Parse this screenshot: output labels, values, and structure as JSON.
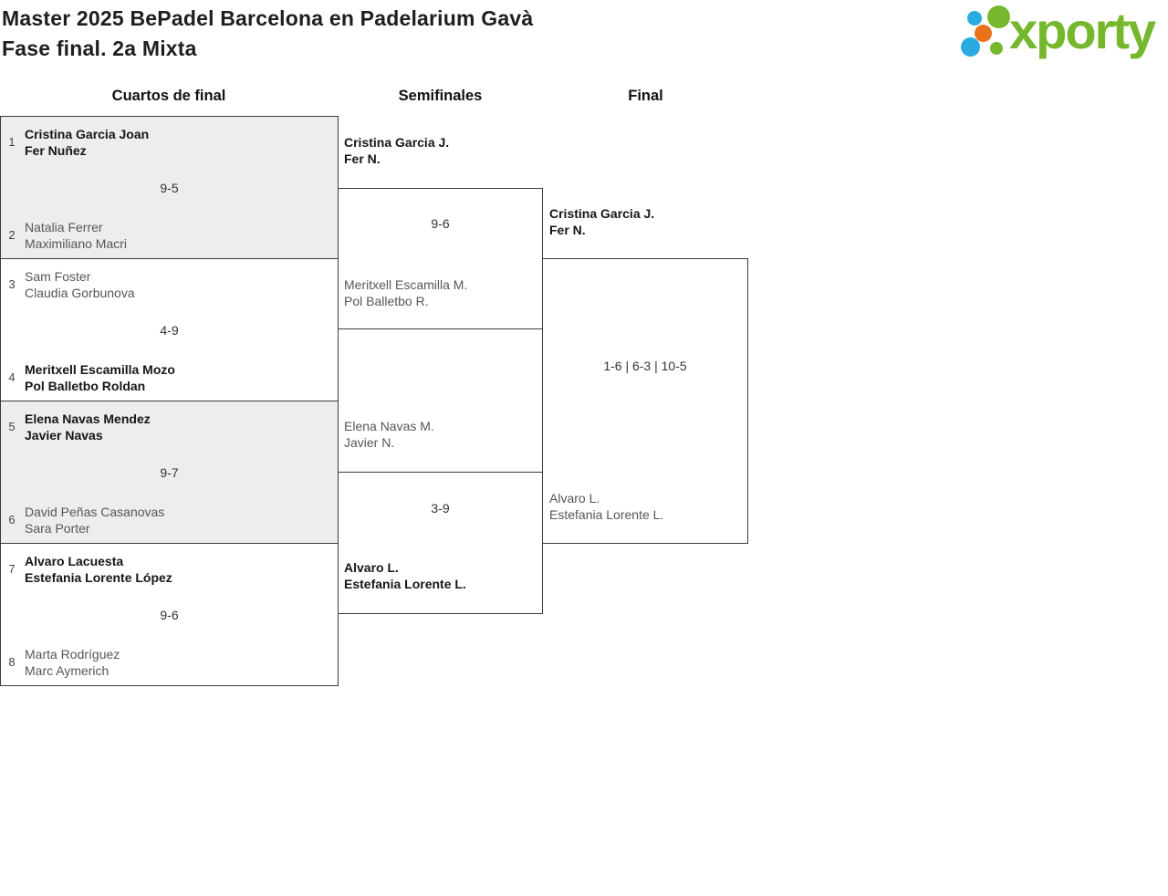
{
  "header": {
    "title_line1": "Master 2025 BePadel Barcelona en Padelarium Gavà",
    "title_line2": "Fase final. 2a Mixta"
  },
  "logo": {
    "wordmark": "xporty",
    "colors": {
      "green": "#76b82d",
      "blue": "#29abe2",
      "orange": "#e8731a"
    }
  },
  "round_headers": {
    "quarterfinals": "Cuartos de final",
    "semifinals": "Semifinales",
    "final": "Final"
  },
  "colors": {
    "shaded_match_bg": "#ededed",
    "match_border": "#3c3c3c",
    "winner_text": "#161616",
    "loser_text": "#565656",
    "score_text": "#333333"
  },
  "bracket": {
    "quarterfinals": [
      {
        "top": {
          "seed": "1",
          "players": [
            "Cristina Garcia Joan",
            "Fer Nuñez"
          ],
          "winner": true
        },
        "score": "9-5",
        "bottom": {
          "seed": "2",
          "players": [
            "Natalia Ferrer",
            "Maximiliano Macri"
          ],
          "winner": false
        }
      },
      {
        "top": {
          "seed": "3",
          "players": [
            "Sam Foster",
            "Claudia Gorbunova"
          ],
          "winner": false
        },
        "score": "4-9",
        "bottom": {
          "seed": "4",
          "players": [
            "Meritxell Escamilla Mozo",
            "Pol Balletbo Roldan"
          ],
          "winner": true
        }
      },
      {
        "top": {
          "seed": "5",
          "players": [
            "Elena Navas Mendez",
            "Javier Navas"
          ],
          "winner": true
        },
        "score": "9-7",
        "bottom": {
          "seed": "6",
          "players": [
            "David Peñas Casanovas",
            "Sara Porter"
          ],
          "winner": false
        }
      },
      {
        "top": {
          "seed": "7",
          "players": [
            "Alvaro Lacuesta",
            "Estefania Lorente López"
          ],
          "winner": true
        },
        "score": "9-6",
        "bottom": {
          "seed": "8",
          "players": [
            "Marta Rodríguez",
            "Marc Aymerich"
          ],
          "winner": false
        }
      }
    ],
    "semifinals": [
      {
        "top": {
          "players": [
            "Cristina Garcia J.",
            "Fer N."
          ],
          "winner": true
        },
        "score": "9-6",
        "bottom": {
          "players": [
            "Meritxell Escamilla M.",
            "Pol Balletbo R."
          ],
          "winner": false
        }
      },
      {
        "top": {
          "players": [
            "Elena Navas M.",
            "Javier N."
          ],
          "winner": false
        },
        "score": "3-9",
        "bottom": {
          "players": [
            "Alvaro L.",
            "Estefania Lorente L."
          ],
          "winner": true
        }
      }
    ],
    "final": {
      "top": {
        "players": [
          "Cristina Garcia J.",
          "Fer N."
        ],
        "winner": true
      },
      "score": "1-6 | 6-3 | 10-5",
      "bottom": {
        "players": [
          "Alvaro L.",
          "Estefania Lorente L."
        ],
        "winner": false
      }
    }
  }
}
